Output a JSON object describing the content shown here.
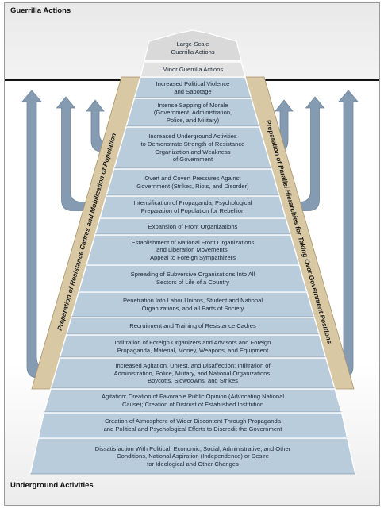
{
  "header": {
    "title": "Guerrilla Actions"
  },
  "footer": {
    "title": "Underground Activities"
  },
  "top_tier": {
    "label": "Large-Scale\nGuerrilla Actions"
  },
  "minor_tier": {
    "label": "Minor Guerrilla Actions"
  },
  "levels": [
    {
      "label": "Increased Political Violence\nand Sabotage"
    },
    {
      "label": "Intense Sapping of Morale\n(Government, Administration,\nPolice, and Military)"
    },
    {
      "label": "Increased Underground Activities\nto Demonstrate Strength of Resistance\nOrganization and Weakness\nof Government"
    },
    {
      "label": "Overt and Covert Pressures Against\nGovernment (Strikes, Riots, and Disorder)"
    },
    {
      "label": "Intensification of Propaganda; Psychological\nPreparation of Population for Rebellion"
    },
    {
      "label": "Expansion of Front Organizations"
    },
    {
      "label": "Establishment of National Front Organizations\nand Liberation Movements;\nAppeal to Foreign Sympathizers"
    },
    {
      "label": "Spreading of Subversive Organizations Into All\nSectors of Life of a Country"
    },
    {
      "label": "Penetration Into Labor Unions, Student and National\nOrganizations, and all Parts of Society"
    },
    {
      "label": "Recruitment and Training of Resistance Cadres"
    },
    {
      "label": "Infiltration of Foreign Organizers and Advisors and Foreign\nPropaganda, Material, Money, Weapons, and Equipment"
    },
    {
      "label": "Increased Agitation, Unrest, and Disaffection: Infiltration of\nAdministration, Police, Military, and National Organizations.\nBoycotts, Slowdowns, and Strikes"
    },
    {
      "label": "Agitation: Creation of Favorable Public Opinion (Advocating National\nCause); Creation of Distrust of Established Institution"
    },
    {
      "label": "Creation of Atmosphere of Wider Discontent Through Propaganda\nand Political and Psychological Efforts to Discredit the Government"
    },
    {
      "label": "Dissatisfaction With Political, Economic, Social, Administrative, and Other\nConditions, National Aspiration (Independence) or Desire\nfor Ideological and Other Changes"
    }
  ],
  "side_labels": {
    "left": "Preparation of Resistance Cadres and Mobilization of Population",
    "right": "Preparation of Parallel Hierarchies for Taking Over Government Positions"
  },
  "colors": {
    "level_fill": "#b9ccdc",
    "level_edge": "#7f98ad",
    "band_fill": "#d9c8a4",
    "arrow_fill": "#7891aa",
    "top_fill": "#d9d9d9"
  }
}
